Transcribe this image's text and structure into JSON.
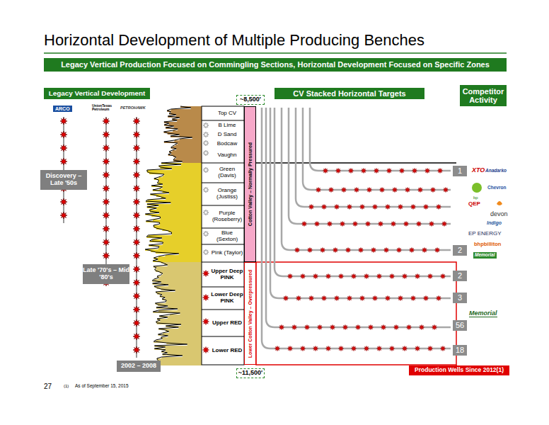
{
  "diagram": {
    "title": "Horizontal Development of Multiple Producing Benches",
    "nodes": [
      {
        "text": [
          "Legacy Vertical Production Focused on Commingling Sections, Horizontal Development Focused on Specific Zones"
        ]
      },
      {
        "text": [
          "Legacy Vertical Development"
        ]
      },
      {
        "text": [
          "~8,500'"
        ]
      },
      {
        "text": [
          "CV Stacked Horizontal Targets"
        ]
      },
      {
        "text": [
          "Competitor Activity"
        ]
      },
      {
        "text": [
          "Discovery – Late '50s"
        ]
      },
      {
        "text": [
          "Late '70's – Mid '80's"
        ]
      },
      {
        "text": [
          "2002 – 2008"
        ]
      },
      {
        "text": [
          "Top CV"
        ]
      },
      {
        "text": [
          "B Lime"
        ]
      },
      {
        "text": [
          "D Sand"
        ]
      },
      {
        "text": [
          "Bodcaw"
        ]
      },
      {
        "text": [
          "Vaughn"
        ]
      },
      {
        "text": [
          "Green (Davis)"
        ]
      },
      {
        "text": [
          "Orange (Justiss)"
        ]
      },
      {
        "text": [
          "Purple (Roseberry)"
        ]
      },
      {
        "text": [
          "Blue (Sexton)"
        ]
      },
      {
        "text": [
          "Pink (Taylor)"
        ]
      },
      {
        "text": [
          "Upper Deep PINK"
        ]
      },
      {
        "text": [
          "Lower Deep PINK"
        ]
      },
      {
        "text": [
          "Upper RED"
        ]
      },
      {
        "text": [
          "Lower RED"
        ]
      },
      {
        "text": [
          "Cotton Valley – Normally Pressured"
        ]
      },
      {
        "text": [
          "Lower Cotton Valley – Overpressured"
        ]
      },
      {
        "text": [
          "1"
        ]
      },
      {
        "text": [
          "2"
        ]
      },
      {
        "text": [
          "2"
        ]
      },
      {
        "text": [
          "3"
        ]
      },
      {
        "text": [
          "56"
        ]
      },
      {
        "text": [
          "18"
        ]
      },
      {
        "text": [
          "~11,500'"
        ]
      },
      {
        "text": [
          "Production Wells Since 2012(1)"
        ]
      }
    ],
    "labels": [
      "27",
      "(1)",
      "As of September 15, 2015",
      "ARCO",
      "UnionTexas Petroleum",
      "PETROHAWK",
      "XTO",
      "Anadarko",
      "bp",
      "Chevron",
      "QEP",
      "devon",
      "Indigo",
      "EP ENERGY",
      "bhpbilliton",
      "Memorial",
      "Memorial"
    ]
  }
}
